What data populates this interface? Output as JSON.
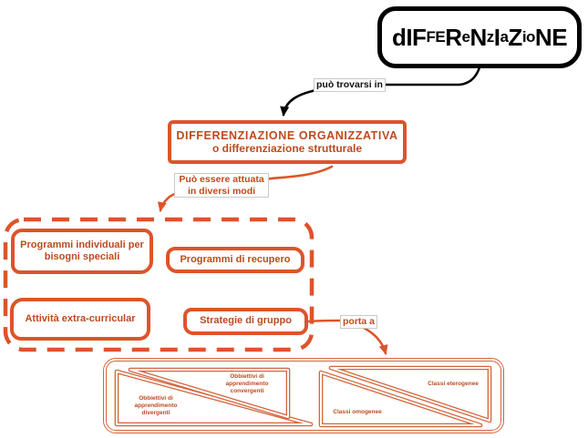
{
  "theme": {
    "accent": "#dd5429",
    "accent_text": "#bc4a1e",
    "light_stroke": "#d2663f",
    "ink": "#000000",
    "label_border": "#c9c9c9"
  },
  "root_topic": {
    "segments": [
      {
        "text": "dIF",
        "size": "big"
      },
      {
        "text": "FE",
        "size": "small"
      },
      {
        "text": "R",
        "size": "big"
      },
      {
        "text": "e",
        "size": "small"
      },
      {
        "text": "N",
        "size": "big"
      },
      {
        "text": "z",
        "size": "small"
      },
      {
        "text": "I",
        "size": "big"
      },
      {
        "text": "a",
        "size": "small"
      },
      {
        "text": "Z",
        "size": "big"
      },
      {
        "text": "io",
        "size": "small"
      },
      {
        "text": "NE",
        "size": "big"
      }
    ]
  },
  "links": {
    "trovarsi": {
      "label": "può trovarsi in"
    },
    "attuata": {
      "label": "Può essere attuata in diversi modi"
    },
    "porta": {
      "label": "porta a"
    }
  },
  "main_topic": {
    "title": "DIFFERENZIAZIONE ORGANIZZATIVA",
    "subtitle": "o differenziazione strutturale"
  },
  "methods": {
    "items": [
      "Programmi individuali per bisogni speciali",
      "Programmi di recupero",
      "Attività extra-curricular",
      "Strategie di gruppo"
    ]
  },
  "outcome": {
    "left_group": {
      "bottom_left_label": "Obbiettivi di apprendimento divergenti",
      "top_right_label": "Obbiettivi di apprendimento convergenti"
    },
    "right_group": {
      "bottom_left_label": "Classi omogenee",
      "top_right_label": "Classi eterogenee"
    }
  }
}
